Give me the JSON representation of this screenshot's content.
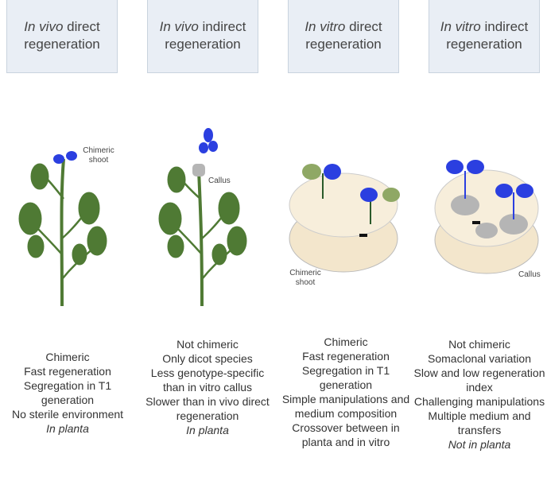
{
  "headers": [
    {
      "italic": "In vivo",
      "rest": " direct regeneration"
    },
    {
      "italic": "In vivo",
      "rest": " indirect regeneration"
    },
    {
      "italic": "In vitro",
      "rest": " direct regeneration"
    },
    {
      "italic": "In vitro",
      "rest": " indirect regeneration"
    }
  ],
  "labels": {
    "chimeric_shoot_1": "Chimeric shoot",
    "callus_1": "Callus",
    "chimeric_shoot_2": "Chimeric shoot",
    "callus_2": "Callus"
  },
  "columns": [
    {
      "lines": [
        "Chimeric",
        "Fast regeneration",
        "Segregation in T1 generation",
        "No sterile environment",
        "In planta"
      ]
    },
    {
      "lines": [
        "Not chimeric",
        "Only dicot species",
        "Less genotype-specific than in vitro callus",
        "Slower than in vivo direct regeneration",
        "In planta"
      ]
    },
    {
      "lines": [
        "Chimeric",
        "Fast regeneration",
        "Segregation in T1 generation",
        "Simple manipulations and medium composition",
        "Crossover between in planta and in vitro"
      ]
    },
    {
      "lines": [
        "Not chimeric",
        "Somaclonal variation",
        "Slow and low regeneration index",
        "Challenging manipulations",
        "Multiple medium and transfers",
        "Not in planta"
      ]
    }
  ]
}
